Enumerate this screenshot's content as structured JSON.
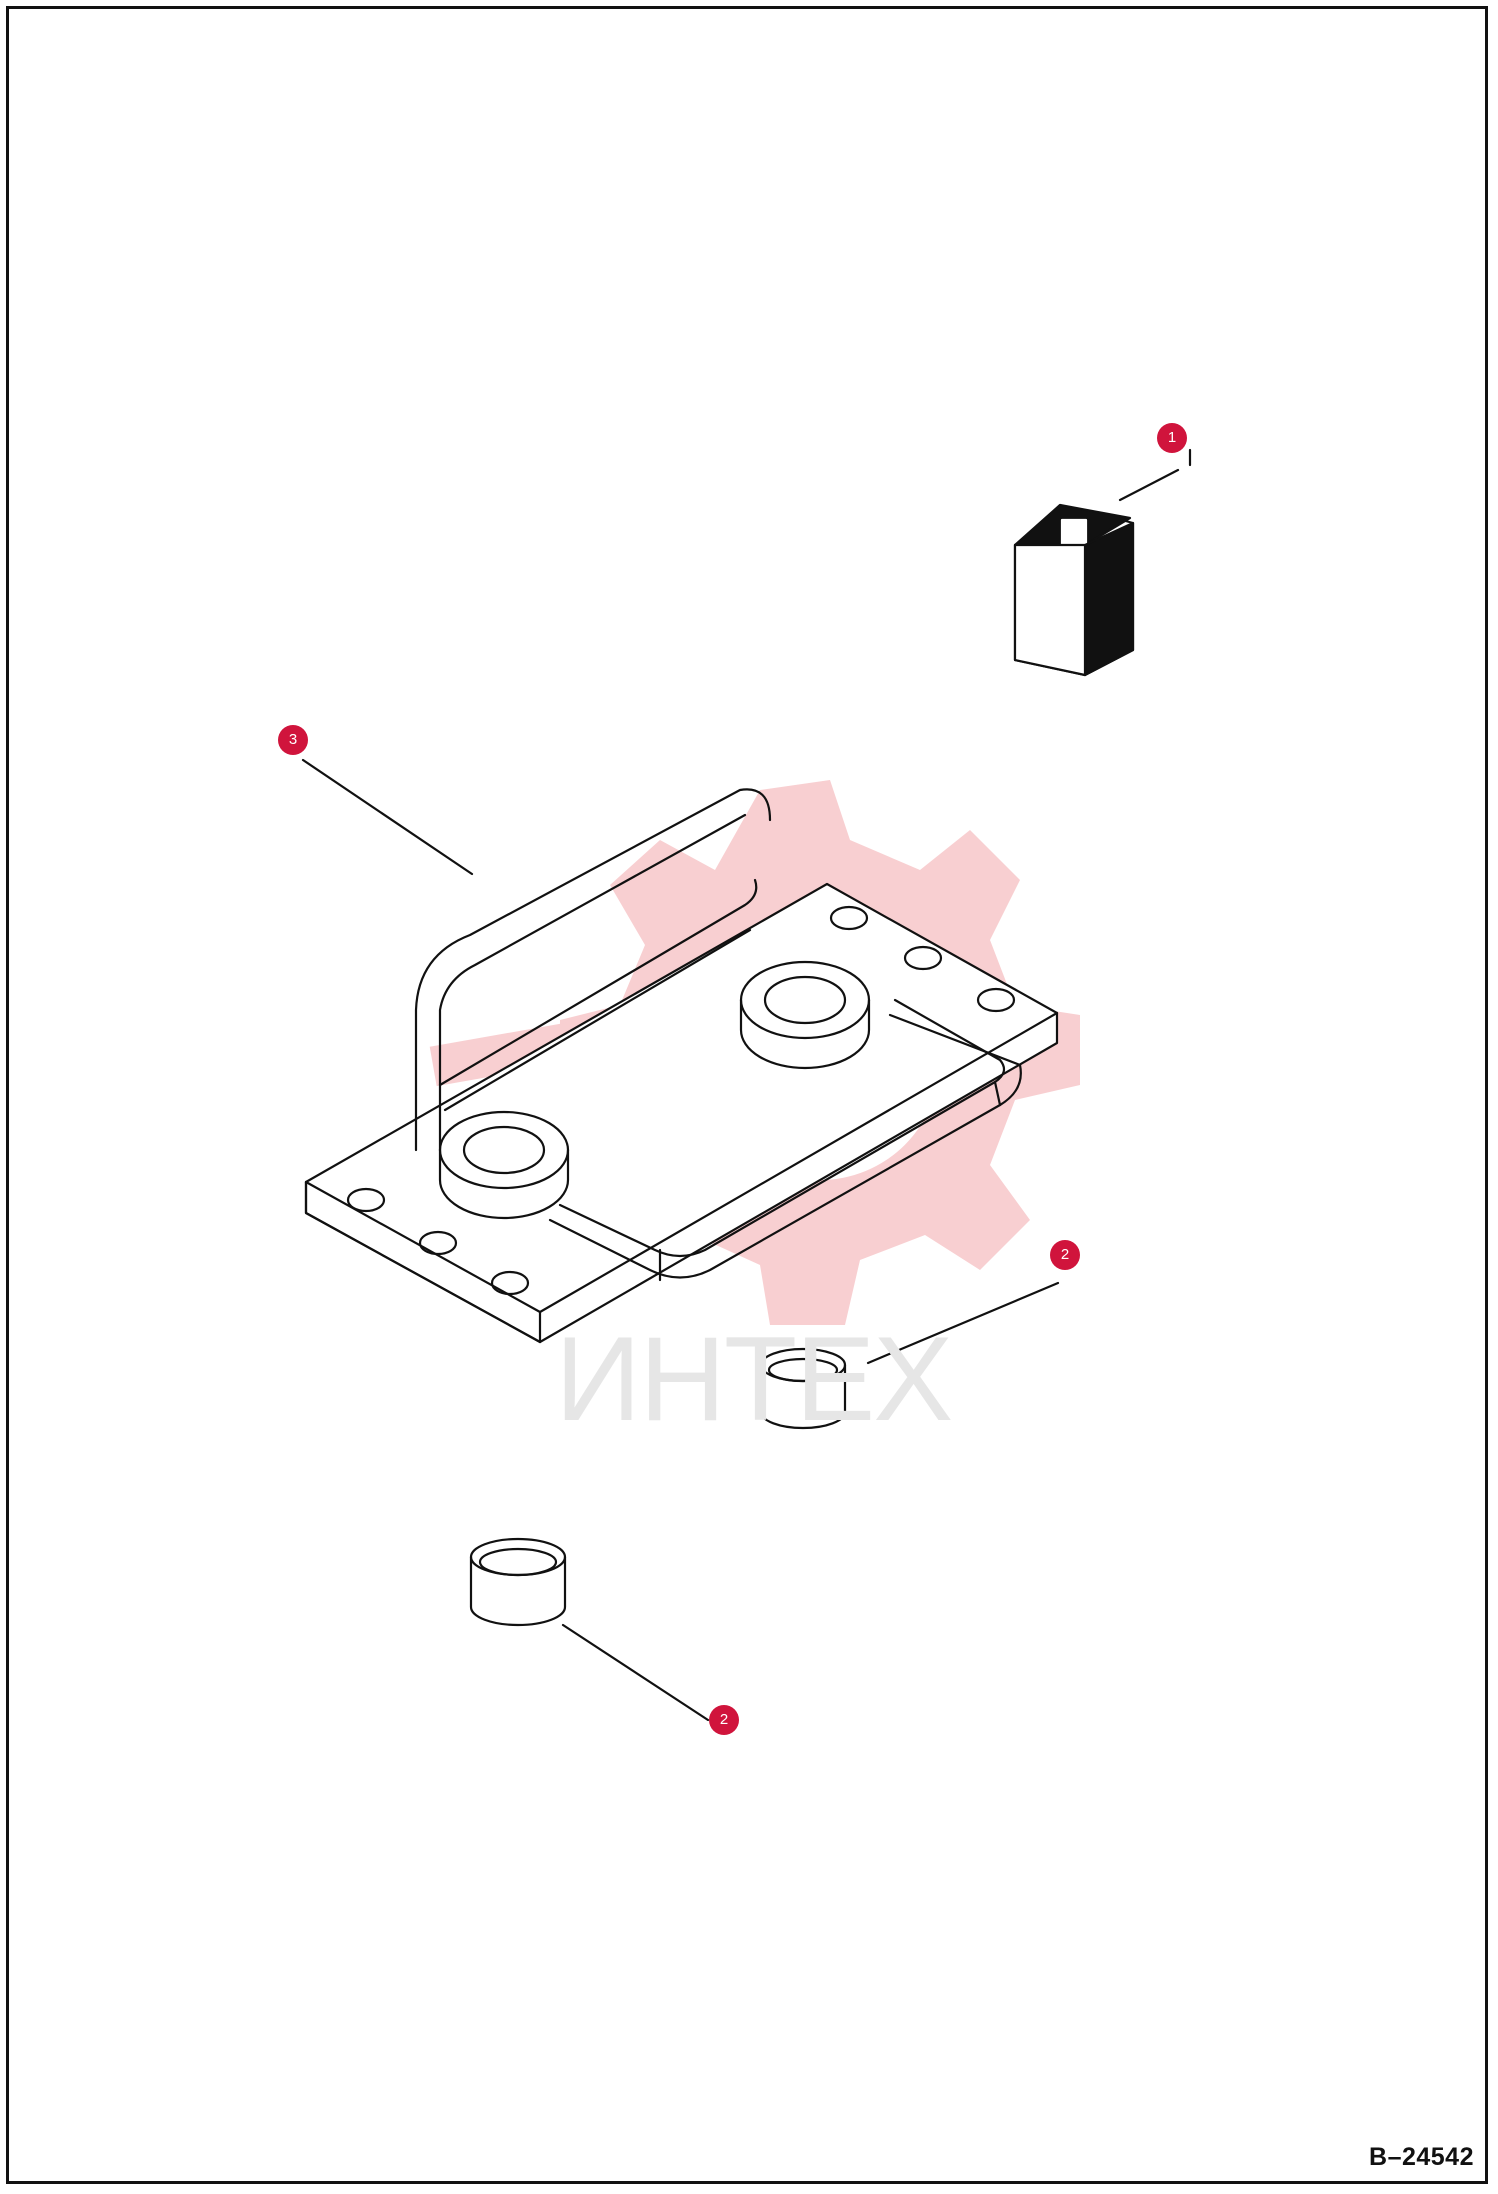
{
  "watermark": {
    "text": "ИНТЕХ",
    "color": "#e6e6e6",
    "gear_color": "#f7c7c9"
  },
  "callouts": [
    {
      "id": "callout-1",
      "label": "1"
    },
    {
      "id": "callout-3",
      "label": "3"
    },
    {
      "id": "callout-2a",
      "label": "2"
    },
    {
      "id": "callout-2b",
      "label": "2"
    }
  ],
  "drawing_number": "B–24542",
  "colors": {
    "callout": "#d0143c",
    "line": "#111111",
    "frame": "#111111"
  }
}
